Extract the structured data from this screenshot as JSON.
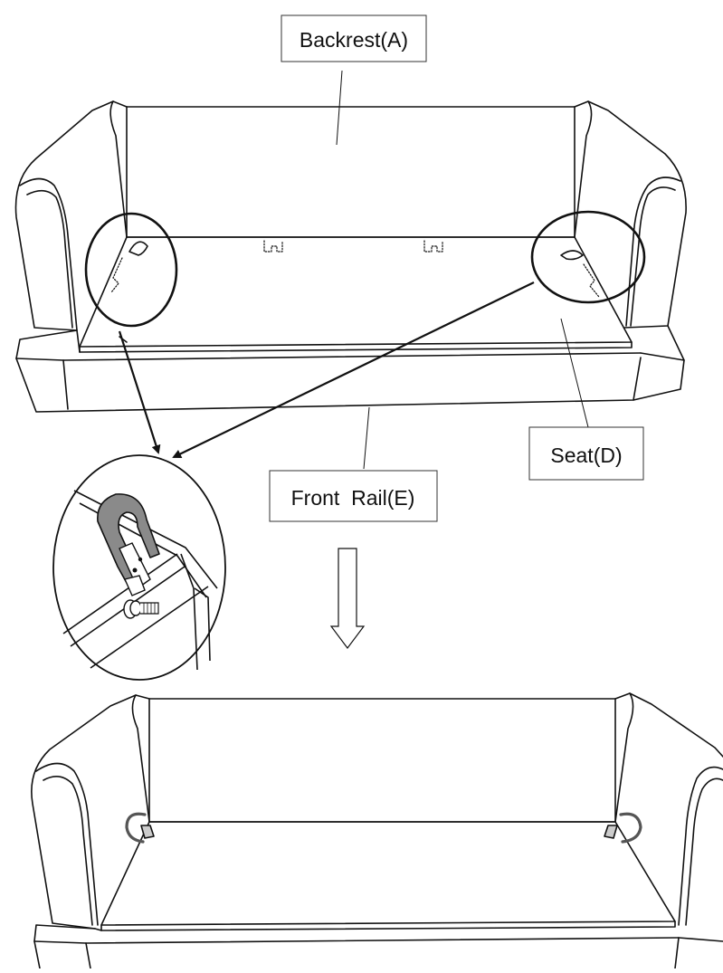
{
  "labels": {
    "backrest": "Backrest(A)",
    "seat": "Seat(D)",
    "front_rail": "Front  Rail(E)"
  },
  "colors": {
    "ink": "#111111",
    "background": "#ffffff",
    "label_border": "#333333"
  },
  "icons": {
    "step_arrow": "down-arrow-outline",
    "detail_callout": "hook-bracket-closeup"
  }
}
